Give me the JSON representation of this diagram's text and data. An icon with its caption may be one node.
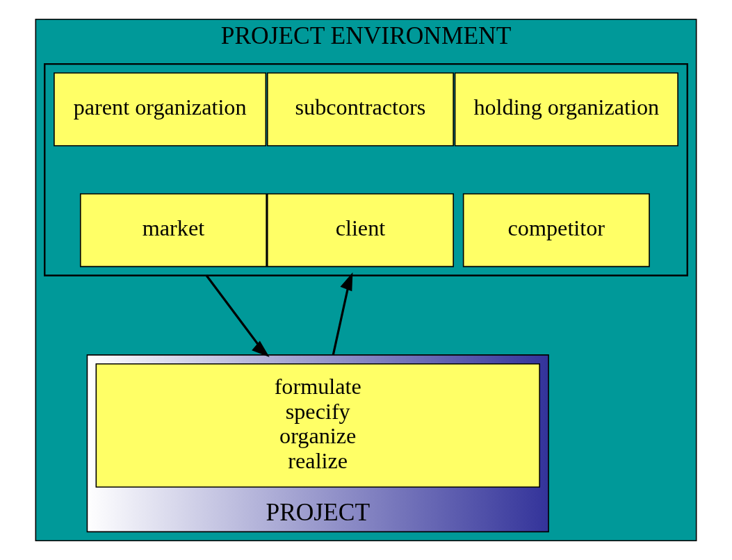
{
  "diagram": {
    "nodes": [
      {
        "text": [
          "PROJECT ENVIRONMENT"
        ]
      },
      {
        "text": [],
        "shape": "box",
        "in": 0
      },
      {
        "text": [
          "parent organization"
        ],
        "in": 1
      },
      {
        "text": [
          "subcontractors"
        ],
        "in": 1
      },
      {
        "text": [
          "holding organization"
        ],
        "in": 1
      },
      {
        "text": [
          "market"
        ],
        "in": 1
      },
      {
        "text": [
          "client"
        ],
        "in": 1
      },
      {
        "text": [
          "competitor"
        ],
        "in": 1
      },
      {
        "text": [
          "PROJECT"
        ],
        "in": 0
      },
      {
        "text": [
          "formulate",
          "specify",
          "organize",
          "realize"
        ],
        "in": 8
      }
    ],
    "edges": [
      {
        "from": 1,
        "to": 8,
        "arrow": "to"
      },
      {
        "from": 8,
        "to": 1,
        "arrow": "to"
      }
    ]
  }
}
